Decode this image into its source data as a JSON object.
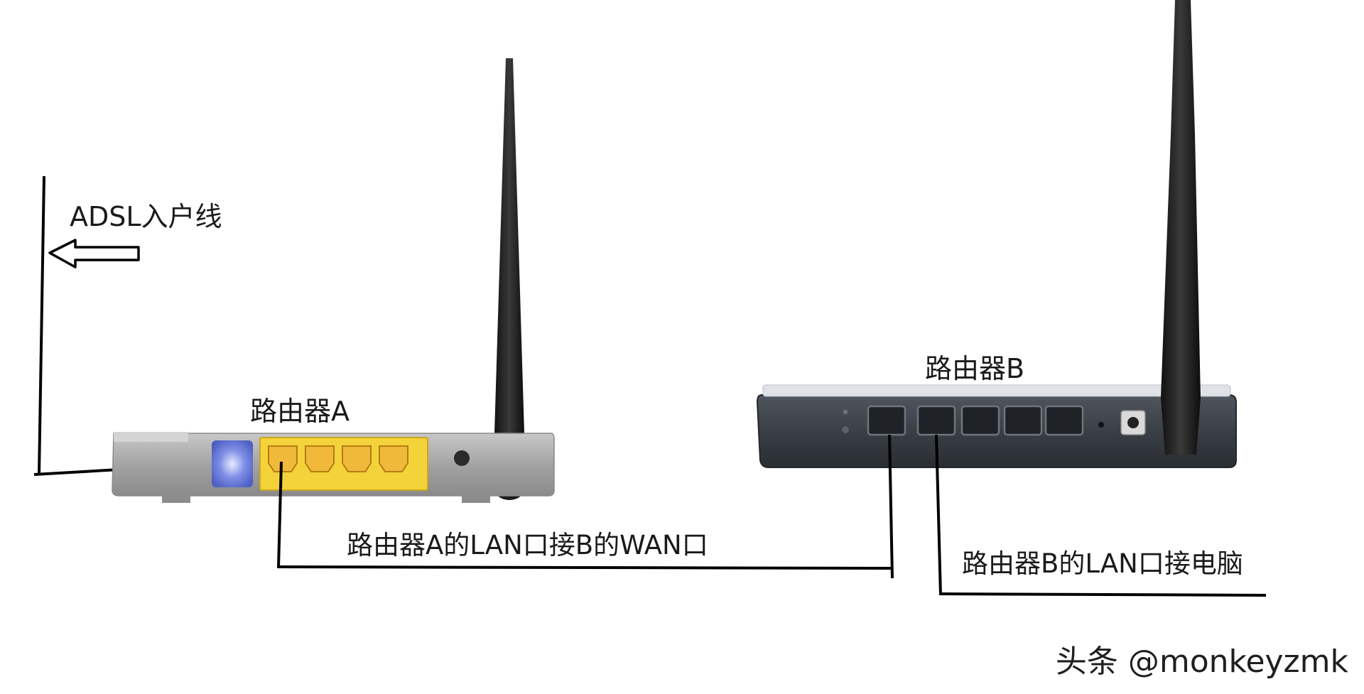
{
  "labels": {
    "adsl": "ADSL入户线",
    "router_a": "路由器A",
    "router_b": "路由器B",
    "a_to_b": "路由器A的LAN口接B的WAN口",
    "b_to_pc": "路由器B的LAN口接电脑"
  },
  "watermark": "头条 @monkeyzmk",
  "colors": {
    "router_a_body": "#a6a6a6",
    "router_a_lan_panel": "#f3d23a",
    "router_a_wan_port": "#6c7bd8",
    "router_b_body": "#3a4048",
    "cable": "#000000"
  }
}
